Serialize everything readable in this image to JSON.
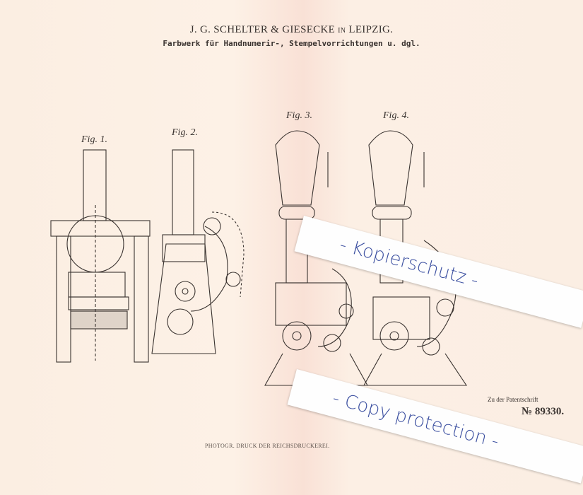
{
  "header": {
    "company": "J. G. SCHELTER & GIESECKE",
    "in": "IN",
    "city": "LEIPZIG.",
    "subtitle": "Farbwerk für Handnumerir-, Stempelvorrichtungen u. dgl."
  },
  "figures": [
    "Fig. 1.",
    "Fig. 2.",
    "Fig. 3.",
    "Fig. 4."
  ],
  "footer": {
    "printer": "PHOTOGR. DRUCK DER REICHSDRUCKEREI.",
    "patent_ref": "Zu der Patentschrift",
    "patent_number": "№ 89330."
  },
  "watermarks": {
    "top": "- Kopierschutz -",
    "bottom": "- Copy protection -"
  },
  "colors": {
    "paper": "#fbeee2",
    "ink": "#3a3330",
    "watermark_ink": "#3b4fa0"
  }
}
